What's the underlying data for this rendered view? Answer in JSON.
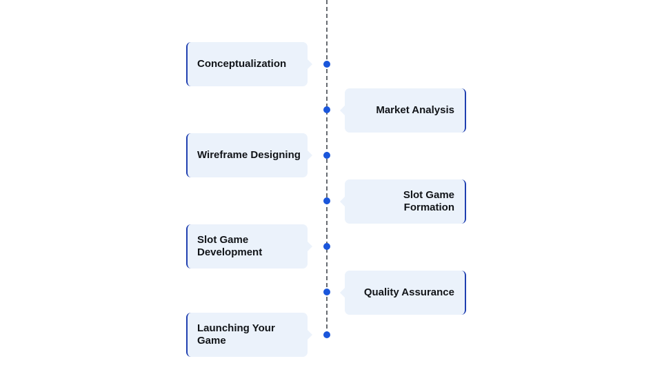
{
  "timeline": {
    "steps": [
      {
        "label": "Conceptualization",
        "side": "left"
      },
      {
        "label": "Market Analysis",
        "side": "right"
      },
      {
        "label": "Wireframe Designing",
        "side": "left"
      },
      {
        "label": "Slot Game Formation",
        "side": "right"
      },
      {
        "label": "Slot Game Development",
        "side": "left"
      },
      {
        "label": "Quality Assurance",
        "side": "right"
      },
      {
        "label": "Launching Your Game",
        "side": "left"
      }
    ]
  },
  "colors": {
    "card_background": "#ebf2fb",
    "accent_border": "#1f3fb0",
    "dot": "#1a56db",
    "spine": "#666a70",
    "text": "#111418"
  }
}
